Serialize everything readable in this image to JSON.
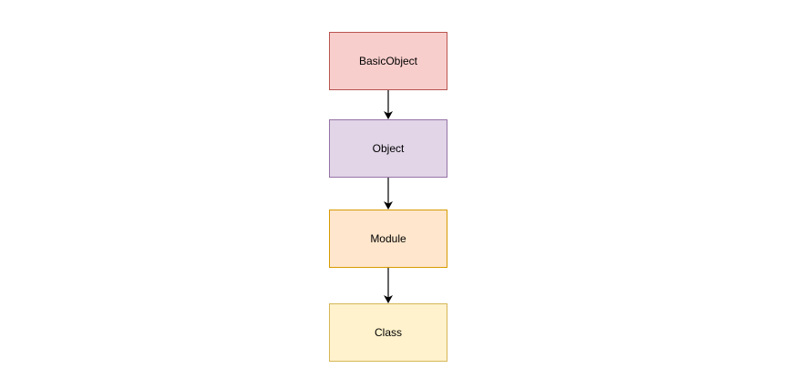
{
  "diagram": {
    "nodes": [
      {
        "id": "basicobject",
        "label": "BasicObject",
        "fill": "#f8cecc",
        "stroke": "#b85450"
      },
      {
        "id": "object",
        "label": "Object",
        "fill": "#e1d5e7",
        "stroke": "#9673a6"
      },
      {
        "id": "module",
        "label": "Module",
        "fill": "#ffe6cc",
        "stroke": "#d79b00"
      },
      {
        "id": "class",
        "label": "Class",
        "fill": "#fff2cc",
        "stroke": "#d6b656"
      }
    ],
    "edges": [
      {
        "from": "basicobject",
        "to": "object"
      },
      {
        "from": "object",
        "to": "module"
      },
      {
        "from": "module",
        "to": "class"
      }
    ],
    "edge_color": "#000000"
  }
}
